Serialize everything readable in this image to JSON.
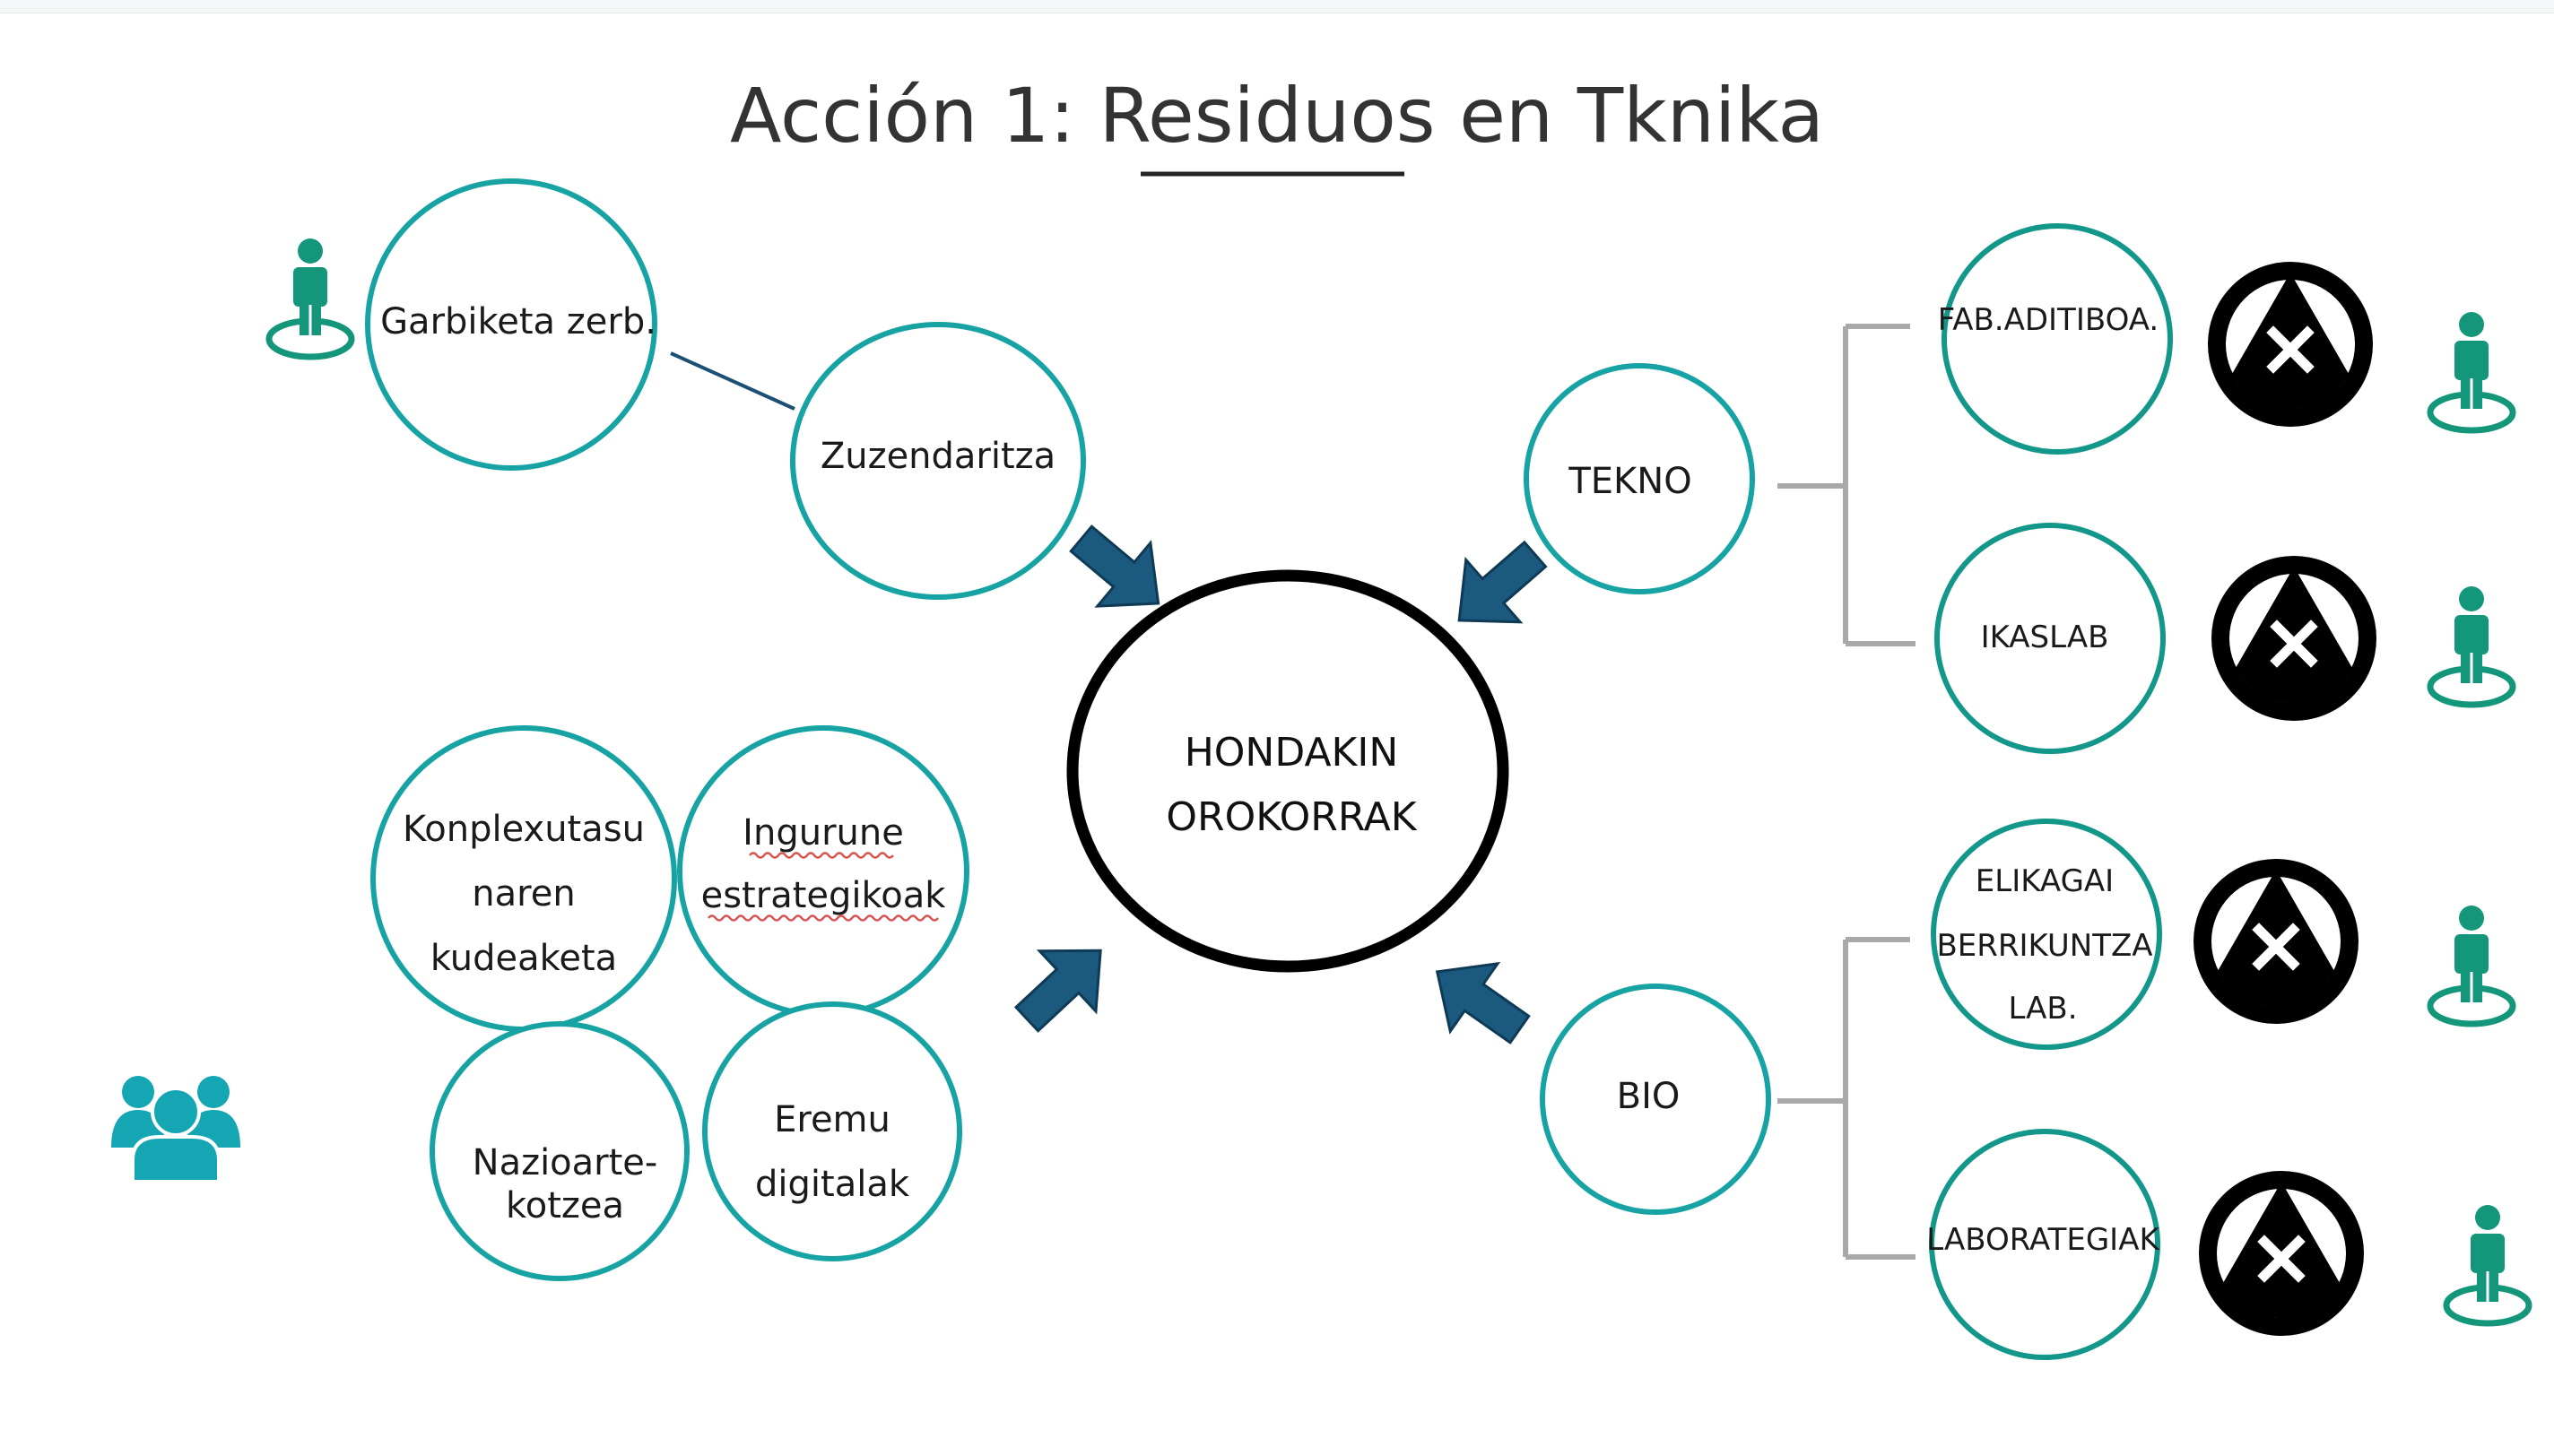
{
  "title": "Acción 1: Residuos en Tknika",
  "colors": {
    "teal_ring": "#17a3a3",
    "arrow": "#1b5a7e",
    "person_icon": "#14967a",
    "group_icon": "#14a7b3",
    "hazard": "#000000",
    "bracket": "#a9a9a9"
  },
  "center": {
    "line1": "HONDAKIN",
    "line2": "OROKORRAK"
  },
  "nodes": {
    "garbiketa": "Garbiketa zerb.",
    "zuzendaritza": "Zuzendaritza",
    "konplexutasuna": {
      "line1": "Konplexutasu",
      "line2": "naren",
      "line3": "kudeaketa"
    },
    "ingurune": {
      "line1": "Ingurune",
      "line2": "estrategikoak"
    },
    "nazioartekotzea": {
      "line1": "Nazioarte-",
      "line2": "kotzea"
    },
    "eremu": {
      "line1": "Eremu",
      "line2": "digitalak"
    },
    "tekno": "TEKNO",
    "bio": "BIO",
    "fab": "FAB.ADITIBOA.",
    "ikaslab": "IKASLAB",
    "elikagai": {
      "line1": "ELIKAGAI",
      "line2": "BERRIKUNTZA",
      "line3": "LAB."
    },
    "laborategiak": "LABORATEGIAK"
  },
  "icons": {
    "person": "person-standing-icon",
    "group": "people-group-icon",
    "hazard": "hazard-x-icon"
  }
}
